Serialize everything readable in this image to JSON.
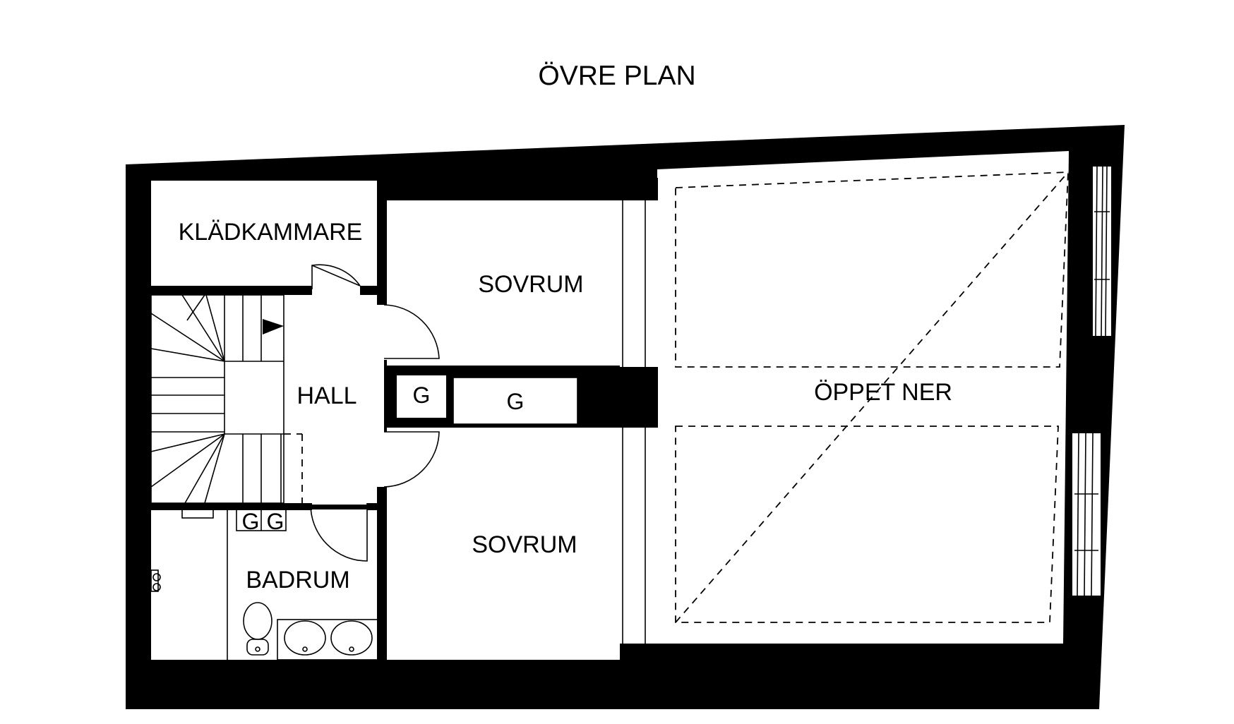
{
  "title": "ÖVRE PLAN",
  "rooms": {
    "kladkammare": "KLÄDKAMMARE",
    "sovrum_top": "SOVRUM",
    "sovrum_bottom": "SOVRUM",
    "hall": "HALL",
    "badrum": "BADRUM",
    "oppet_ner": "ÖPPET NER"
  },
  "closets": {
    "g_small": "G",
    "g_wide": "G",
    "g_bath_1": "G",
    "g_bath_2": "G"
  }
}
